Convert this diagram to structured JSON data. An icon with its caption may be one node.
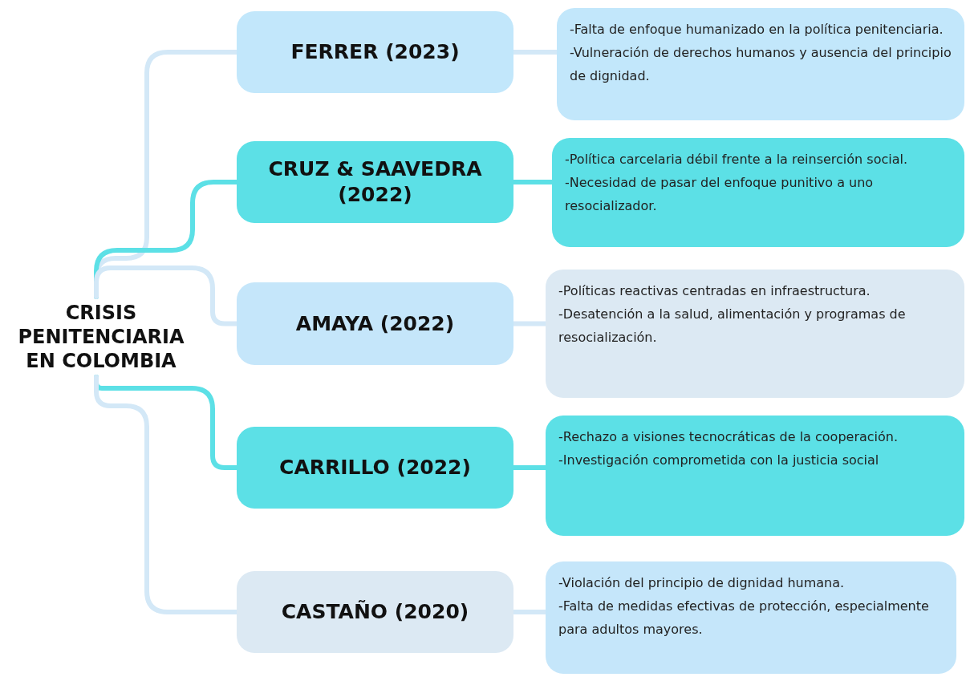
{
  "diagram": {
    "nodes": [
      {
        "text": [
          "CRISIS PENITENCIARIA EN COLOMBIA"
        ]
      },
      {
        "text": [
          "FERRER (2023)"
        ]
      },
      {
        "text": [
          "-Falta de enfoque humanizado en la política penitenciaria.",
          "-Vulneración de derechos humanos y ausencia del principio de dignidad."
        ]
      },
      {
        "text": [
          "CRUZ & SAAVEDRA (2022)"
        ]
      },
      {
        "text": [
          "-Política carcelaria débil frente a la reinserción social.",
          "-Necesidad de pasar del enfoque punitivo a uno resocializador."
        ]
      },
      {
        "text": [
          "AMAYA (2022)"
        ]
      },
      {
        "text": [
          "-Políticas reactivas centradas en infraestructura.",
          "-Desatención a la salud, alimentación y programas de resocialización."
        ]
      },
      {
        "text": [
          "CARRILLO (2022)"
        ]
      },
      {
        "text": [
          "-Rechazo a visiones tecnocráticas de la cooperación.",
          "-Investigación comprometida con la justicia social"
        ]
      },
      {
        "text": [
          "CASTAÑO (2020)"
        ]
      },
      {
        "text": [
          "-Violación del principio de dignidad humana.",
          "-Falta de medidas efectivas de protección, especialmente para adultos mayores."
        ]
      }
    ],
    "edges": [
      {
        "from": 0,
        "to": 1,
        "arrow": "none"
      },
      {
        "from": 1,
        "to": 2,
        "arrow": "none"
      },
      {
        "from": 0,
        "to": 3,
        "arrow": "none",
        "color": "#5ce0e6"
      },
      {
        "from": 3,
        "to": 4,
        "arrow": "none",
        "color": "#5ce0e6"
      },
      {
        "from": 0,
        "to": 5,
        "arrow": "none"
      },
      {
        "from": 5,
        "to": 6,
        "arrow": "none"
      },
      {
        "from": 0,
        "to": 7,
        "arrow": "none",
        "color": "#5ce0e6"
      },
      {
        "from": 7,
        "to": 8,
        "arrow": "none",
        "color": "#5ce0e6"
      },
      {
        "from": 0,
        "to": 9,
        "arrow": "none"
      },
      {
        "from": 9,
        "to": 10,
        "arrow": "none"
      }
    ]
  }
}
